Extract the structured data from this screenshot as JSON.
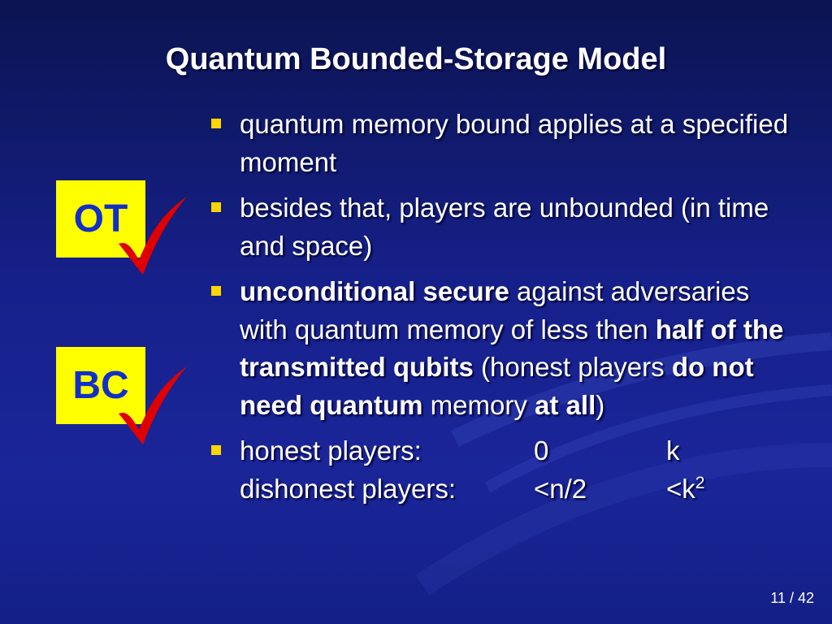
{
  "slide": {
    "title": "Quantum Bounded-Storage Model",
    "page_number": "11 / 42"
  },
  "badges": {
    "ot": "OT",
    "bc": "BC",
    "check_color": "#e00000",
    "box_color": "#ffff00"
  },
  "bullets": [
    {
      "text": "quantum memory bound applies at a specified moment"
    },
    {
      "text": "besides that, players are unbounded (in time and space)"
    },
    {
      "segments": [
        {
          "t": "unconditional secure",
          "b": true
        },
        {
          "t": " against adversaries with quantum memory of less then ",
          "b": false
        },
        {
          "t": "half of the transmitted qubits",
          "b": true
        },
        {
          "t": " (honest players ",
          "b": false
        },
        {
          "t": "do not need quantum",
          "b": true
        },
        {
          "t": " memory ",
          "b": false
        },
        {
          "t": "at all",
          "b": true
        },
        {
          "t": ")",
          "b": false
        }
      ]
    },
    {
      "rows": [
        {
          "label": "honest players:",
          "v1": "0",
          "v2": "k",
          "v2_sup": ""
        },
        {
          "label": "dishonest players:",
          "v1": "<n/2",
          "v2": "<k",
          "v2_sup": "2"
        }
      ]
    }
  ],
  "colors": {
    "bullet_square": "#ffd600",
    "box_text": "#1230c8"
  }
}
